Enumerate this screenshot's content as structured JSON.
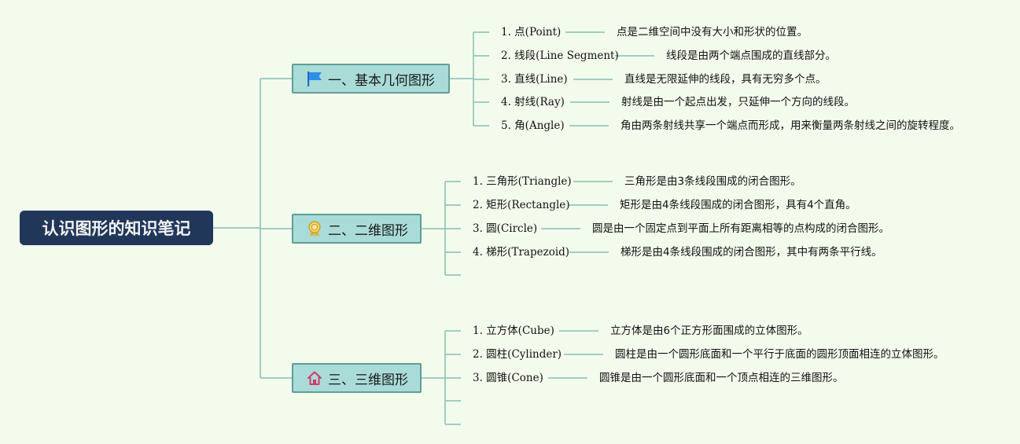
{
  "root": {
    "title": "认识图形的知识笔记"
  },
  "branches": [
    {
      "title": "一、基本几何图形",
      "icon": "blue-flag-icon",
      "items": [
        {
          "term": "1. 点(Point)",
          "desc": "点是二维空间中没有大小和形状的位置。"
        },
        {
          "term": "2. 线段(Line Segment)",
          "desc": "线段是由两个端点围成的直线部分。"
        },
        {
          "term": "3. 直线(Line)",
          "desc": "直线是无限延伸的线段，具有无穷多个点。"
        },
        {
          "term": "4. 射线(Ray)",
          "desc": "射线是由一个起点出发，只延伸一个方向的线段。"
        },
        {
          "term": "5. 角(Angle)",
          "desc": "角由两条射线共享一个端点而形成，用来衡量两条射线之间的旋转程度。"
        }
      ]
    },
    {
      "title": "二、二维图形",
      "icon": "award-ribbon-icon",
      "items": [
        {
          "term": "1. 三角形(Triangle)",
          "desc": "三角形是由3条线段围成的闭合图形。"
        },
        {
          "term": "2. 矩形(Rectangle)",
          "desc": "矩形是由4条线段围成的闭合图形，具有4个直角。"
        },
        {
          "term": "3. 圆(Circle)",
          "desc": "圆是由一个固定点到平面上所有距离相等的点构成的闭合图形。"
        },
        {
          "term": "4. 梯形(Trapezoid)",
          "desc": "梯形是由4条线段围成的闭合图形，其中有两条平行线。"
        }
      ]
    },
    {
      "title": "三、三维图形",
      "icon": "home-icon",
      "items": [
        {
          "term": "1. 立方体(Cube)",
          "desc": "立方体是由6个正方形面围成的立体图形。"
        },
        {
          "term": "2. 圆柱(Cylinder)",
          "desc": "圆柱是由一个圆形底面和一个平行于底面的圆形顶面相连的立体图形。"
        },
        {
          "term": "3. 圆锥(Cone)",
          "desc": "圆锥是由一个圆形底面和一个顶点相连的三维图形。"
        }
      ]
    }
  ],
  "colors": {
    "background": "#f3fbed",
    "root": "#20375a",
    "branch_fill": "#a9dcd8",
    "branch_border": "#5e9e96",
    "line": "#84c0b4"
  }
}
